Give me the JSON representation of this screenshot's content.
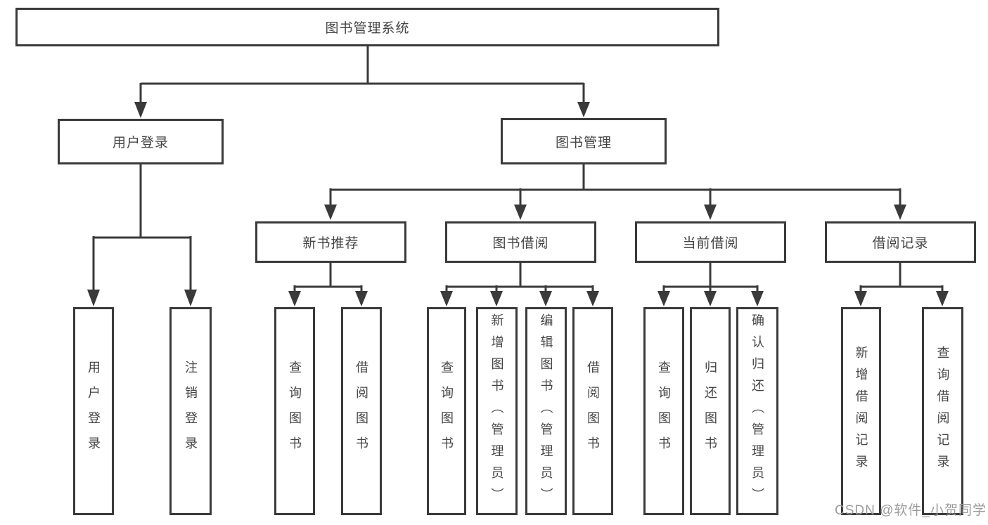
{
  "diagram": {
    "root_label": "图书管理系统",
    "level2": {
      "user_login": "用户登录",
      "book_mgmt": "图书管理"
    },
    "level3": {
      "new_books": "新书推荐",
      "book_borrow": "图书借阅",
      "current_borrow": "当前借阅",
      "borrow_records": "借阅记录"
    },
    "leaves": {
      "user_login": [
        "用户登录",
        "注销登录"
      ],
      "new_books": [
        "查询图书",
        "借阅图书"
      ],
      "book_borrow": [
        "查询图书",
        "新增图书（管理员）",
        "编辑图书（管理员）",
        "借阅图书"
      ],
      "current_borrow": [
        "查询图书",
        "归还图书",
        "确认归还（管理员）"
      ],
      "borrow_records": [
        "新增借阅记录",
        "查询借阅记录"
      ]
    },
    "watermark": "CSDN @软件_小贺同学",
    "colors": {
      "line": "#3a3a3a",
      "text": "#454545",
      "watermark": "#9c9c9c",
      "background": "#ffffff"
    }
  }
}
